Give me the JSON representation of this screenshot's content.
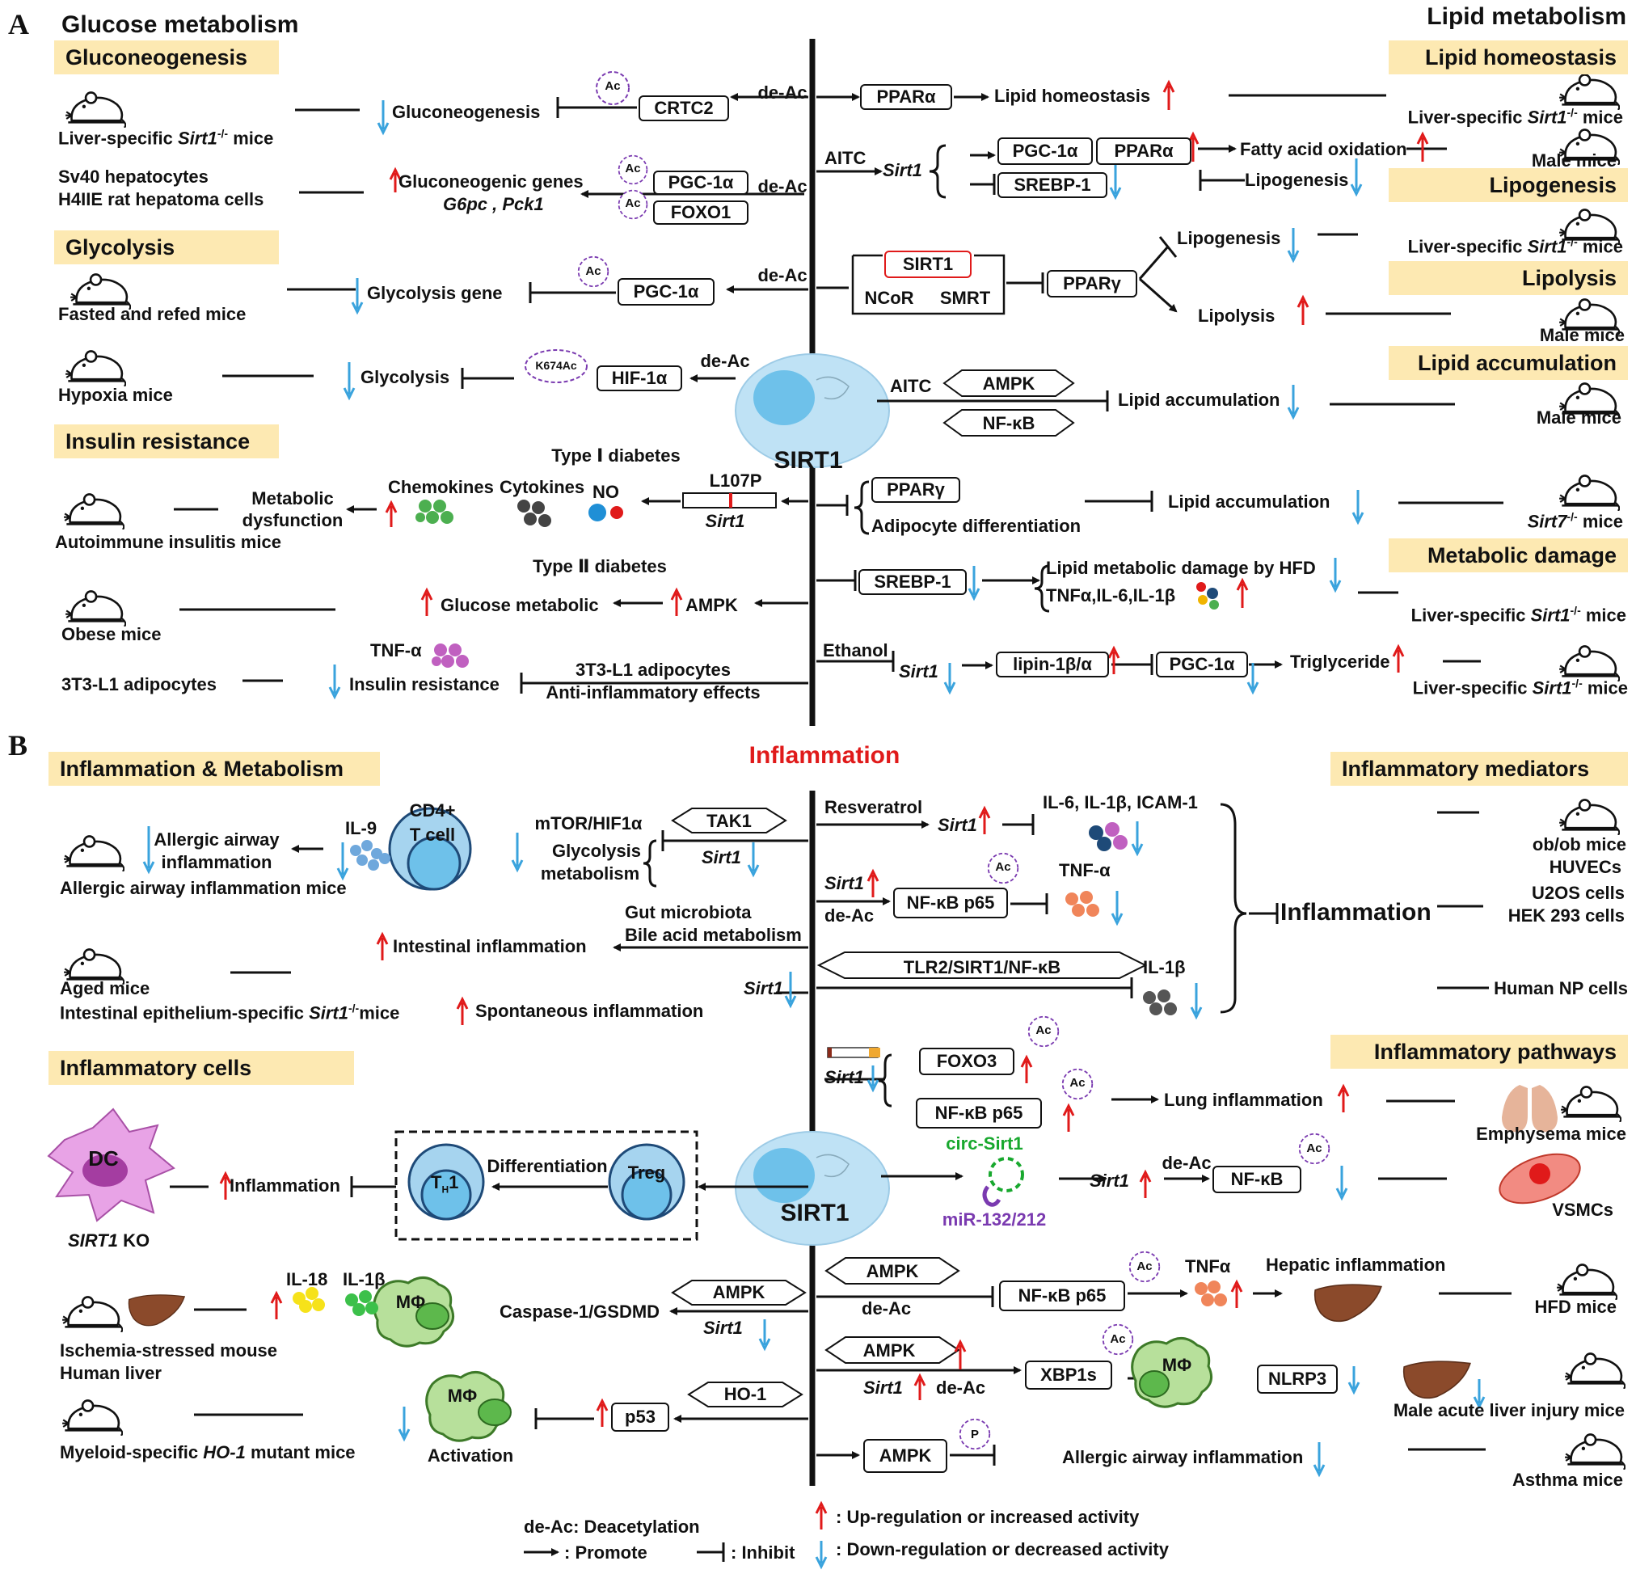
{
  "panels": {
    "a": "A",
    "b": "B"
  },
  "colors": {
    "up": "#e01a1a",
    "down": "#3aa3dd",
    "header_bg": "#fde9b2",
    "cell": "#bfe2f5",
    "nucleus": "#6ec1ea",
    "macrophage": "#a8d88a",
    "dc": "#e8a3e6"
  },
  "icons": [
    "mouse-icon",
    "liver-icon",
    "lungs-icon",
    "vsmc-icon",
    "cigarette-icon",
    "dendritic-cell-icon",
    "macrophage-icon",
    "t-cell-icon",
    "treg-icon",
    "acetyl-group-icon",
    "phosphate-icon",
    "molecule-dots-icon",
    "up-arrow-icon",
    "down-arrow-icon"
  ],
  "a": {
    "glucose_title": "Glucose metabolism",
    "lipid_title": "Lipid metabolism",
    "headers": {
      "gluconeogenesis": "Gluconeogenesis",
      "glycolysis": "Glycolysis",
      "insulin_resistance": "Insulin resistance",
      "lipid_homeostasis": "Lipid homeostasis",
      "lipogenesis": "Lipogenesis",
      "lipolysis": "Lipolysis",
      "lipid_accumulation": "Lipid accumulation",
      "metabolic_damage": "Metabolic damage"
    },
    "left_models": {
      "liver_specific_pre": "Liver-specific ",
      "sirt1_ko": "Sirt1",
      "ko_sup": "-/-",
      "mice": " mice",
      "sv40": "Sv40 hepatocytes",
      "h4iie": "H4IIE rat hepatoma cells",
      "fasted": "Fasted and refed mice",
      "hypoxia": "Hypoxia mice",
      "autoimmune": "Autoimmune insulitis mice",
      "obese": "Obese mice",
      "adipocytes": "3T3-L1 adipocytes"
    },
    "right_models": {
      "liver1": "Liver-specific Sirt1",
      "male": "Male mice",
      "sirt7": "Sirt7",
      "sirt7_sup": "-/-",
      "mice_word": "mice"
    },
    "labels": {
      "gluconeogenesis": "Gluconeogenesis",
      "crtc2": "CRTC2",
      "de_ac": "de-Ac",
      "ac": "Ac",
      "gluco_genes": "Gluconeogenic genes",
      "g6pc": "G6pc , Pck1",
      "pgc": "PGC-1α",
      "foxo1": "FOXO1",
      "glyco_gene": "Glycolysis gene",
      "glycolysis": "Glycolysis",
      "k674": "K674Ac",
      "hif": "HIF-1α",
      "type1": "Type Ⅰ diabetes",
      "type2": "Type Ⅱ diabetes",
      "l107p": "L107P",
      "sirt1_gene": "Sirt1",
      "chemokines": "Chemokines",
      "cytokines": "Cytokines",
      "no": "NO",
      "metabolic": "Metabolic",
      "dysfunction": "dysfunction",
      "glucose_metabolic": "Glucose metabolic",
      "ampk": "AMPK",
      "tnfa": "TNF-α",
      "insulin_resistance": "Insulin resistance",
      "adipo1": "3T3-L1 adipocytes",
      "anti_inf": "Anti-inflammatory effects",
      "ppara": "PPARα",
      "lipid_homeo": "Lipid homeostasis",
      "aitc": "AITC",
      "sirt1": "Sirt1",
      "srebp": "SREBP-1",
      "fao": "Fatty acid oxidation",
      "lipogenesis": "Lipogenesis",
      "sirt1_box": "SIRT1",
      "ncor": "NCoR",
      "smrt": "SMRT",
      "pparg": "PPARγ",
      "lipolysis": "Lipolysis",
      "nfkb": "NF-κB",
      "lipid_acc": "Lipid accumulation",
      "adipo_diff": "Adipocyte differentiation",
      "lipid_damage": "Lipid metabolic damage by HFD",
      "tnf_il": "TNFα,IL-6,IL-1β",
      "ethanol": "Ethanol",
      "lipin": "lipin-1β/α",
      "triglyceride": "Triglyceride",
      "center": "SIRT1"
    }
  },
  "b": {
    "title": "Inflammation",
    "headers": {
      "inf_meta": "Inflammation & Metabolism",
      "inf_cells": "Inflammatory cells",
      "inf_mediators": "Inflammatory mediators",
      "inf_pathways": "Inflammatory pathways"
    },
    "left_models": {
      "allergic": "Allergic airway inflammation mice",
      "aged": "Aged mice",
      "intestinal_pre": "Intestinal epithelium-specific ",
      "sirt1": "Sirt1",
      "ko_sup": "-/-",
      "mice": "mice",
      "sirt1_ko": "SIRT1",
      "ko": " KO",
      "ischemia": "Ischemia-stressed mouse",
      "human_liver": "Human liver",
      "myeloid_pre": "Myeloid-specific ",
      "ho1": "HO-1",
      "myeloid_post": " mutant mice"
    },
    "right_models": {
      "obob": "ob/ob mice",
      "huvec": "HUVECs",
      "u2os": "U2OS cells",
      "hek": "HEK 293 cells",
      "np": "Human NP cells",
      "emphysema": "Emphysema mice",
      "vsmc": "VSMCs",
      "hfd": "HFD mice",
      "male_acute": "Male acute liver injury mice",
      "asthma": "Asthma mice"
    },
    "labels": {
      "allergic1": "Allergic airway",
      "allergic2": "inflammation",
      "il9": "IL-9",
      "cd4": "CD4+",
      "tcell": "T cell",
      "mtor": "mTOR/HIF1α",
      "glyco": "Glycolysis",
      "metabolism": "metabolism",
      "tak1": "TAK1",
      "sirt1": "Sirt1",
      "gut": "Gut microbiota",
      "bile": "Bile acid metabolism",
      "intestinal": "Intestinal inflammation",
      "spont": "Spontaneous inflammation",
      "dc": "DC",
      "inflammation": "Inflammation",
      "th": "T",
      "th_sub": "H",
      "th_num": "1",
      "differentiation": "Differentiation",
      "treg": "Treg",
      "il18": "IL-18",
      "il1b": "IL-1β",
      "mphi": "MΦ",
      "caspase": "Caspase-1/GSDMD",
      "ampk": "AMPK",
      "p53": "p53",
      "ho1": "HO-1",
      "activation": "Activation",
      "resveratrol": "Resveratrol",
      "il6": "IL-6, IL-1β, ICAM-1",
      "de_ac": "de-Ac",
      "nfkb_p65": "NF-κB p65",
      "tnfa": "TNF-α",
      "tlr2": "TLR2/SIRT1/NF-κB",
      "il1b_r": "IL-1β",
      "inflammation_r": "Inflammation",
      "foxo3": "FOXO3",
      "lung": "Lung inflammation",
      "circ": "circ-Sirt1",
      "mir": "miR-132/212",
      "nfkb": "NF-κB",
      "ac": "Ac",
      "p": "P",
      "tnfa2": "TNFα",
      "hepatic": "Hepatic inflammation",
      "xbp1s": "XBP1s",
      "nlrp3": "NLRP3",
      "allergic_inf": "Allergic airway inflammation",
      "center": "SIRT1"
    },
    "legend": {
      "deac": "de-Ac: Deacetylation",
      "promote": ": Promote",
      "inhibit": ": Inhibit",
      "up": ": Up-regulation or increased activity",
      "down": ": Down-regulation or decreased activity"
    }
  }
}
